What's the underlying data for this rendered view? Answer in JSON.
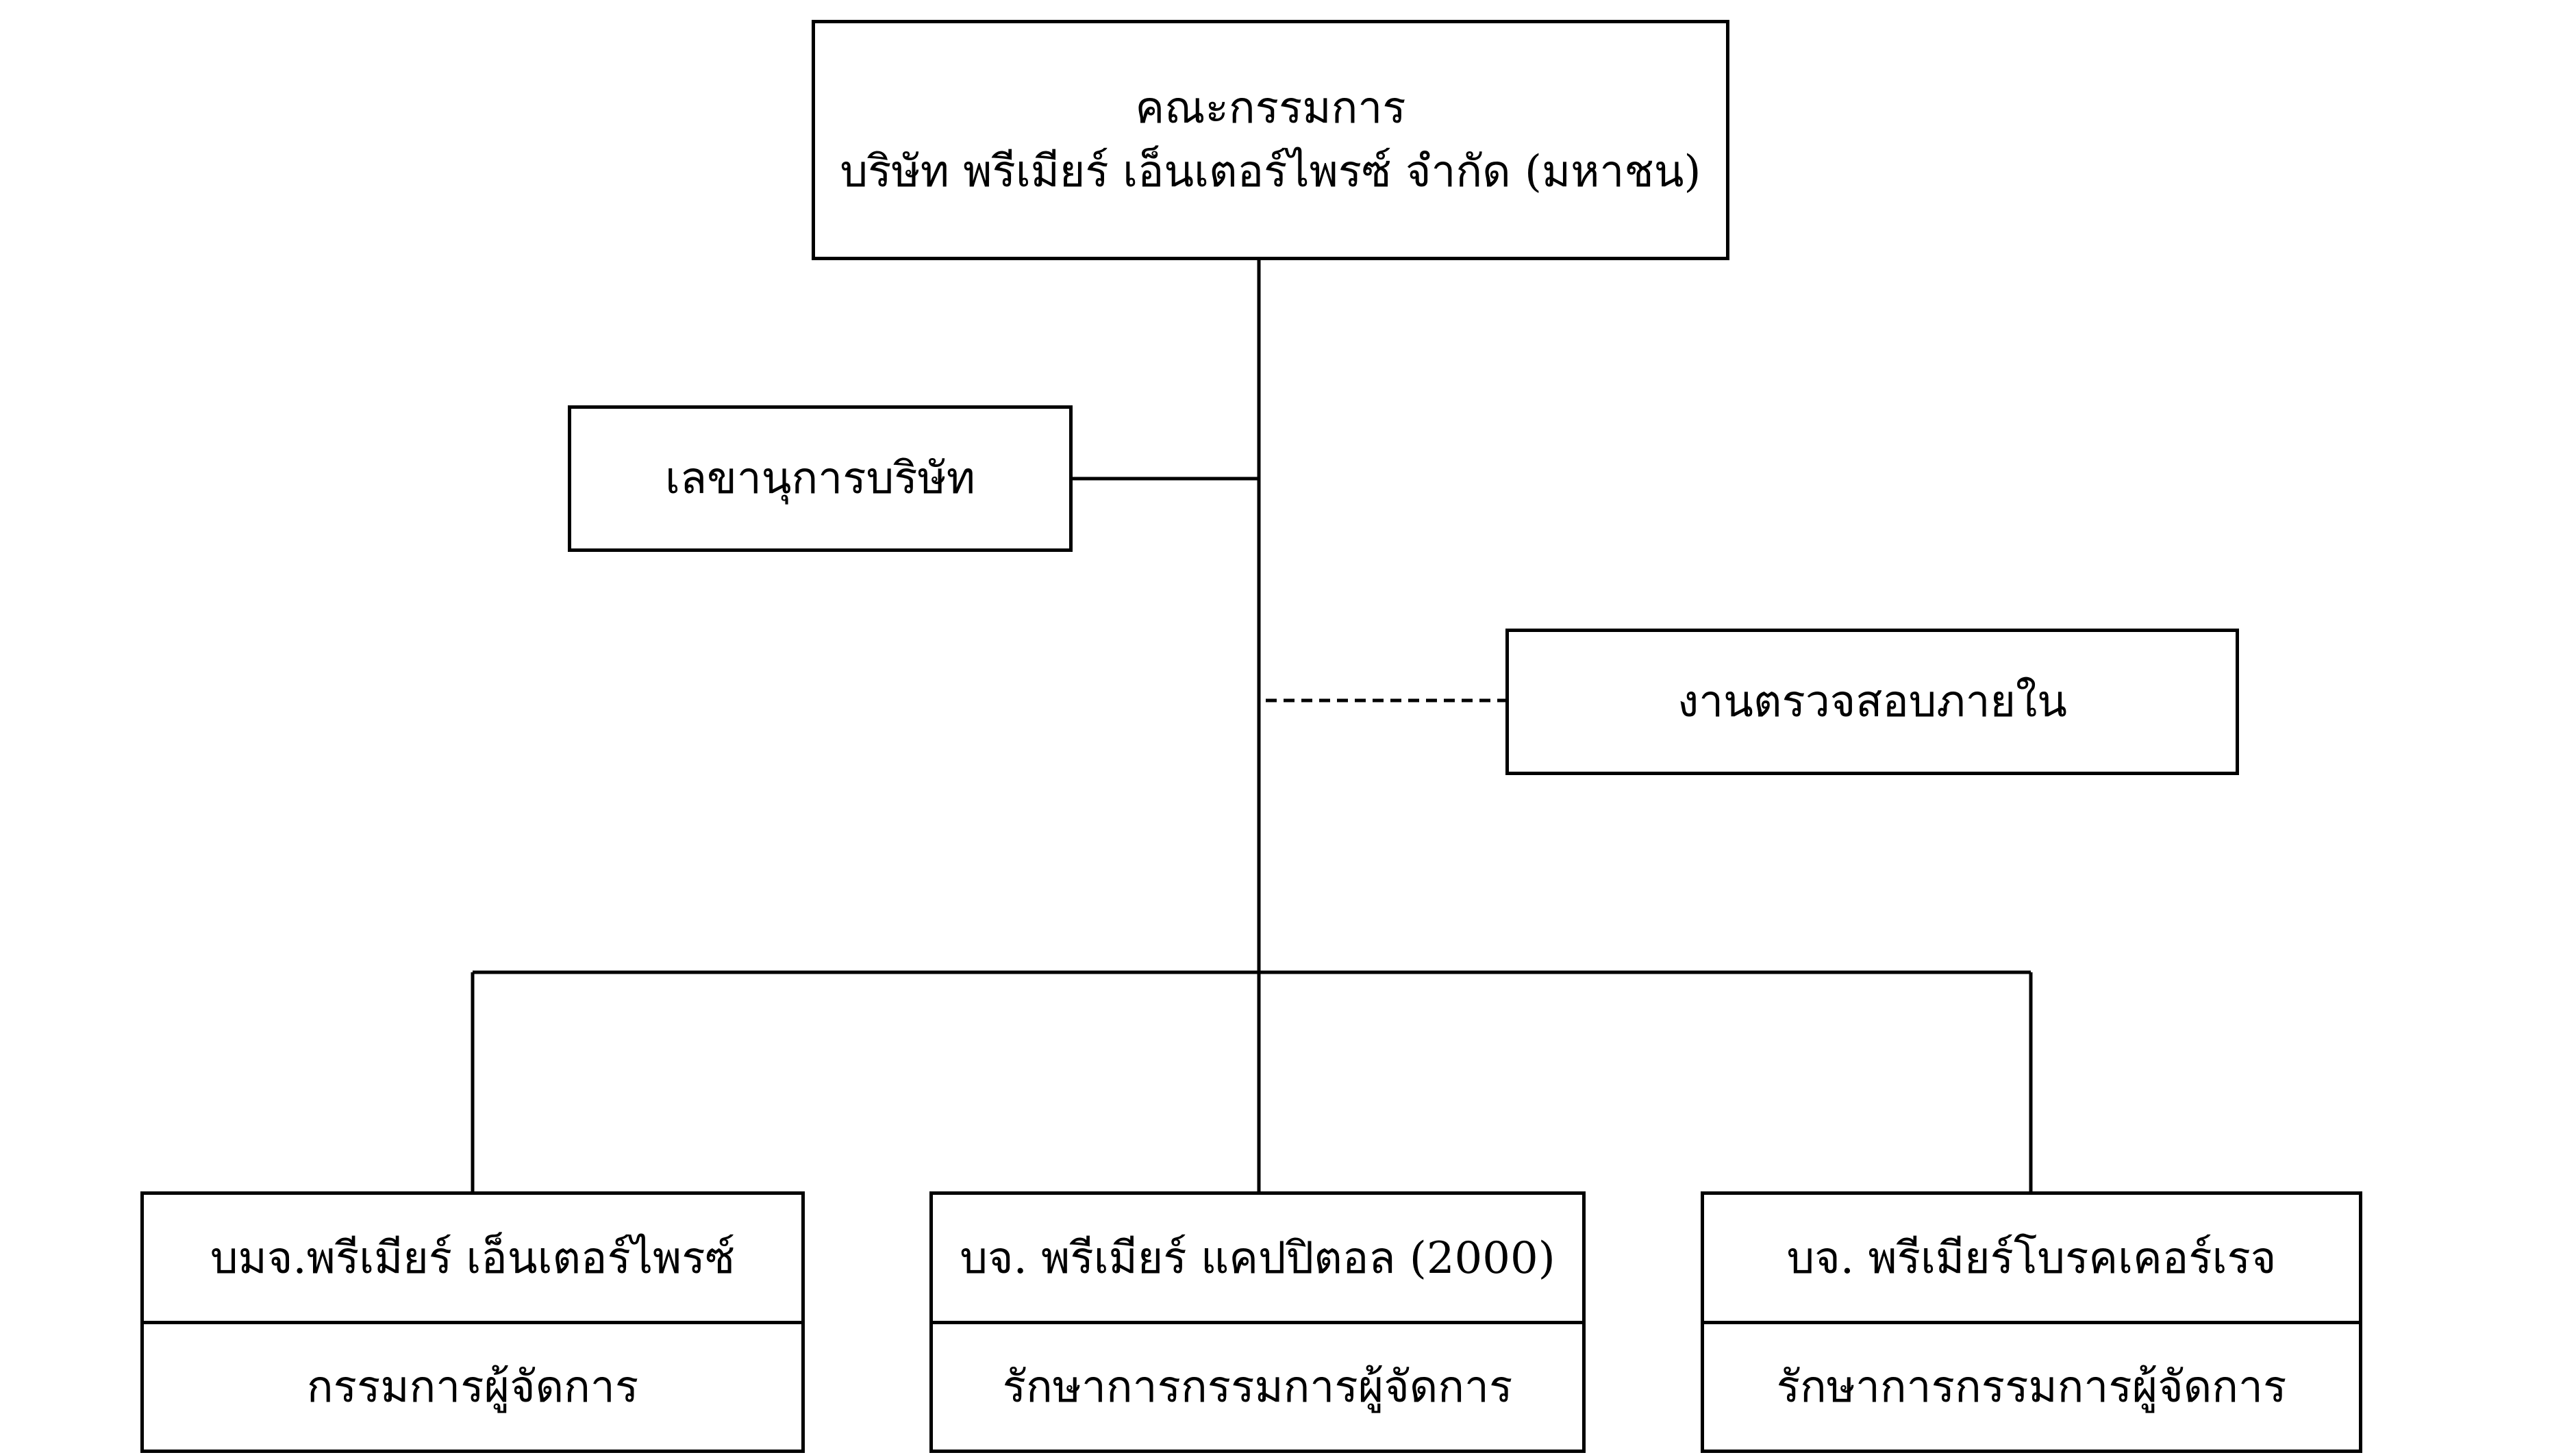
{
  "board": {
    "line1": "คณะกรรมการ",
    "line2": "บริษัท พรีเมียร์ เอ็นเตอร์ไพรซ์ จำกัด (มหาชน)"
  },
  "secretary": {
    "label": "เลขานุการบริษัท"
  },
  "internal_audit": {
    "label": "งานตรวจสอบภายใน"
  },
  "subsidiaries": [
    {
      "company": "บมจ.พรีเมียร์ เอ็นเตอร์ไพรซ์",
      "role": "กรรมการผู้จัดการ"
    },
    {
      "company": "บจ. พรีเมียร์ แคปปิตอล (2000)",
      "role": "รักษาการกรรมการผู้จัดการ"
    },
    {
      "company": "บจ. พรีเมียร์โบรคเคอร์เรจ",
      "role": "รักษาการกรรมการผู้จัดการ"
    }
  ]
}
